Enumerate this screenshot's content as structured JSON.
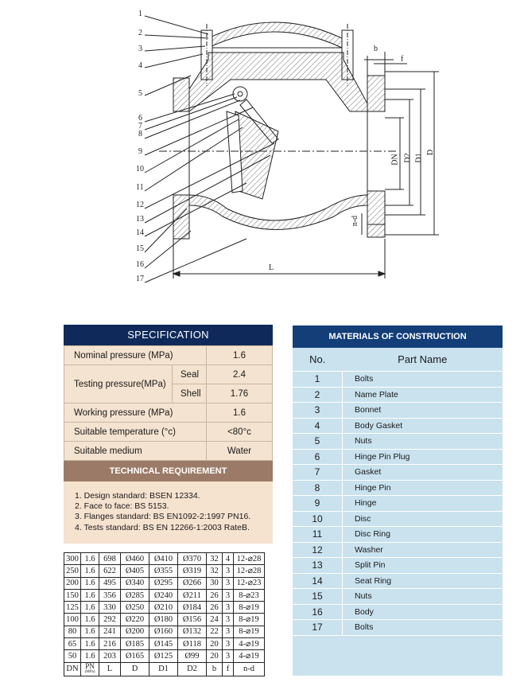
{
  "drawing": {
    "callouts": [
      "1",
      "2",
      "3",
      "4",
      "5",
      "6",
      "7",
      "8",
      "9",
      "10",
      "11",
      "12",
      "13",
      "14",
      "15",
      "16",
      "17"
    ],
    "dim_labels": {
      "b": "b",
      "f": "f",
      "dn": "DN",
      "d2": "D2",
      "d1": "D1",
      "d": "D",
      "nd": "n-d",
      "l": "L"
    }
  },
  "specification": {
    "title": "SPECIFICATION",
    "rows": {
      "nominal_label": "Nominal pressure (MPa)",
      "nominal_value": "1.6",
      "testing_label": "Testing pressure(MPa)",
      "seal_label": "Seal",
      "seal_value": "2.4",
      "shell_label": "Shell",
      "shell_value": "1.76",
      "working_label": "Working pressure (MPa)",
      "working_value": "1.6",
      "temp_label": "Suitable temperature (°c)",
      "temp_value": "<80°c",
      "medium_label": "Suitable medium",
      "medium_value": "Water"
    }
  },
  "technical": {
    "title": "TECHNICAL REQUIREMENT",
    "items": [
      "1. Design standard: BSEN 12334.",
      "2. Face to face: BS 5153.",
      "3. Flanges standard: BS EN1092-2:1997 PN16.",
      "4. Tests standard: BS EN 12266-1:2003 RateB."
    ]
  },
  "dimensions": {
    "rows": [
      [
        "300",
        "1.6",
        "698",
        "Ø460",
        "Ø410",
        "Ø370",
        "32",
        "4",
        "12-⌀28"
      ],
      [
        "250",
        "1.6",
        "622",
        "Ø405",
        "Ø355",
        "Ø319",
        "32",
        "3",
        "12-⌀28"
      ],
      [
        "200",
        "1.6",
        "495",
        "Ø340",
        "Ø295",
        "Ø266",
        "30",
        "3",
        "12-⌀23"
      ],
      [
        "150",
        "1.6",
        "356",
        "Ø285",
        "Ø240",
        "Ø211",
        "26",
        "3",
        "8-⌀23"
      ],
      [
        "125",
        "1.6",
        "330",
        "Ø250",
        "Ø210",
        "Ø184",
        "26",
        "3",
        "8-⌀19"
      ],
      [
        "100",
        "1.6",
        "292",
        "Ø220",
        "Ø180",
        "Ø156",
        "24",
        "3",
        "8-⌀19"
      ],
      [
        "80",
        "1.6",
        "241",
        "Ø200",
        "Ø160",
        "Ø132",
        "22",
        "3",
        "8-⌀19"
      ],
      [
        "65",
        "1.6",
        "216",
        "Ø185",
        "Ø145",
        "Ø118",
        "20",
        "3",
        "4-⌀19"
      ],
      [
        "50",
        "1.6",
        "203",
        "Ø165",
        "Ø125",
        "Ø99",
        "20",
        "3",
        "4-⌀19"
      ]
    ],
    "headers": {
      "dn": "DN",
      "pn": "PN",
      "pn_unit": "(MPa)",
      "l": "L",
      "d": "D",
      "d1": "D1",
      "d2": "D2",
      "b": "b",
      "f": "f",
      "nd": "n-d"
    }
  },
  "materials": {
    "title": "MATERIALS OF CONSTRUCTION",
    "col_no": "No.",
    "col_name": "Part Name",
    "parts": [
      {
        "no": "1",
        "name": "Bolts"
      },
      {
        "no": "2",
        "name": "Name Plate"
      },
      {
        "no": "3",
        "name": "Bonnet"
      },
      {
        "no": "4",
        "name": "Body Gasket"
      },
      {
        "no": "5",
        "name": "Nuts"
      },
      {
        "no": "6",
        "name": "Hinge Pin Plug"
      },
      {
        "no": "7",
        "name": "Gasket"
      },
      {
        "no": "8",
        "name": "Hinge Pin"
      },
      {
        "no": "9",
        "name": "Hinge"
      },
      {
        "no": "10",
        "name": "Disc"
      },
      {
        "no": "11",
        "name": "Disc Ring"
      },
      {
        "no": "12",
        "name": "Washer"
      },
      {
        "no": "13",
        "name": "Split Pin"
      },
      {
        "no": "14",
        "name": "Seat Ring"
      },
      {
        "no": "15",
        "name": "Nuts"
      },
      {
        "no": "16",
        "name": "Body"
      },
      {
        "no": "17",
        "name": "Bolts"
      }
    ]
  }
}
